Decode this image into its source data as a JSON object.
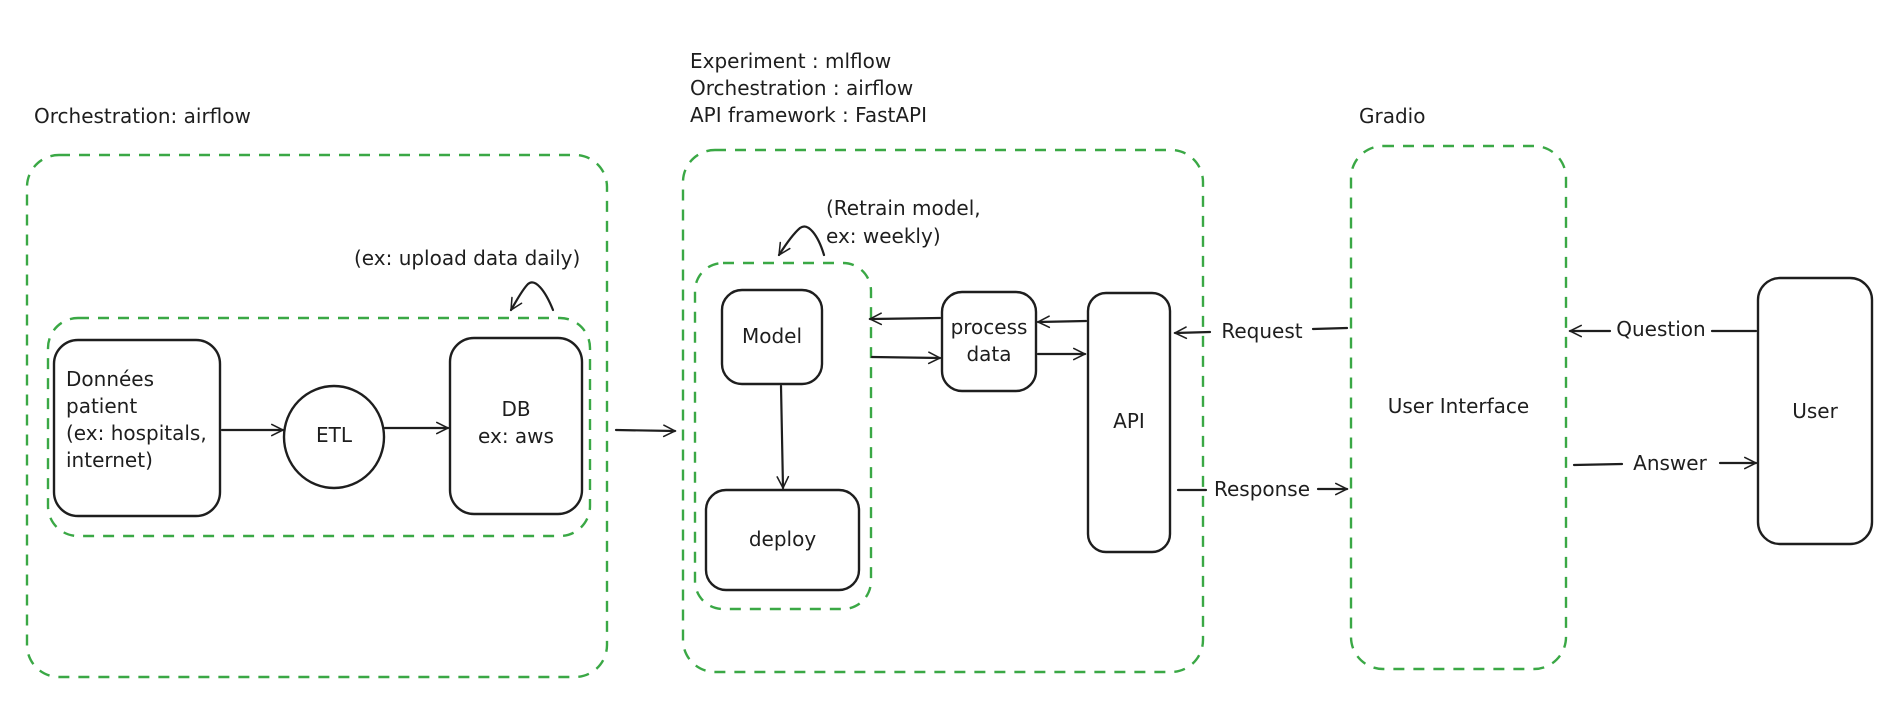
{
  "colors": {
    "group_border": "#3aa845",
    "node_border": "#1e1e1e",
    "text": "#1e1e1e",
    "background": "#ffffff"
  },
  "groups": {
    "data_pipeline": {
      "title": "Orchestration: airflow",
      "schedule_note": "(ex: upload data daily)"
    },
    "ml_service": {
      "title_lines": [
        "Experiment : mlflow",
        "Orchestration : airflow",
        "API framework : FastAPI"
      ],
      "schedule_note_lines": [
        "(Retrain model,",
        "ex: weekly)"
      ]
    },
    "frontend": {
      "title": "Gradio"
    }
  },
  "nodes": {
    "patient_data": {
      "lines": [
        "Données",
        "patient",
        "(ex: hospitals,",
        "internet)"
      ]
    },
    "etl": {
      "label": "ETL"
    },
    "db": {
      "label": "DB",
      "sublabel": "ex: aws"
    },
    "model": {
      "label": "Model"
    },
    "deploy": {
      "label": "deploy"
    },
    "process_data": {
      "lines": [
        "process",
        "data"
      ]
    },
    "api": {
      "label": "API"
    },
    "user_interface": {
      "label": "User Interface"
    },
    "user": {
      "label": "User"
    }
  },
  "edges": {
    "request": "Request",
    "response": "Response",
    "question": "Question",
    "answer": "Answer"
  }
}
